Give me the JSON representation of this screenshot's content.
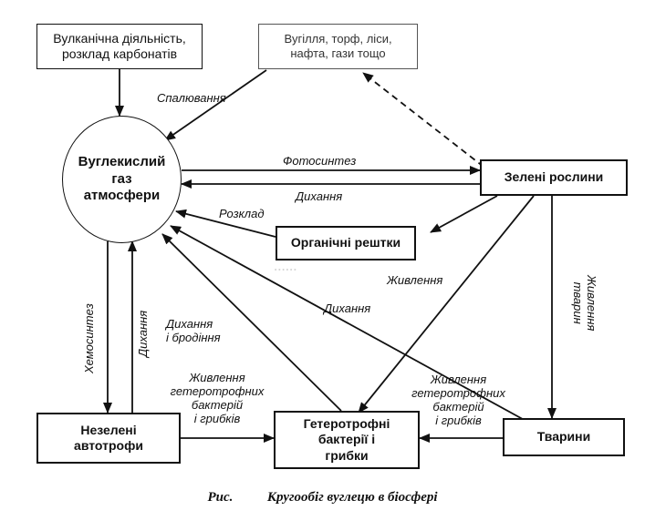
{
  "nodes": {
    "volcanic": "Вулканічна діяльність,\nрозклад карбонатів",
    "fossil": "Вугілля, торф, ліси,\nнафта, гази тощо",
    "co2": "Вуглекислий\nгаз\nатмосфери",
    "green_plants": "Зелені рослини",
    "organic_remains": "Органічні рештки",
    "non_green_autotrophs": "Незелені\nавтотрофи",
    "heterotrophs": "Гетеротрофні\nбактерії і\nгрибки",
    "animals": "Тварини"
  },
  "edges": {
    "combustion": "Спалювання",
    "photosynthesis": "Фотосинтез",
    "respiration_plants": "Дихання",
    "decomposition": "Розклад",
    "nutrition": "Живлення",
    "respiration_animals": "Дихання",
    "respiration_fermentation": "Дихання\nі бродіння",
    "chemosynthesis": "Хемосинтез",
    "respiration_autotrophs": "Дихання",
    "heterotrophic_nutrition_left": "Живлення\nгетеротрофних\nбактерій\nі грибків",
    "heterotrophic_nutrition_right": "Живлення\nгетеротрофних\nбактерій\nі грибків",
    "animal_nutrition": "Живлення\nтварин"
  },
  "caption": "Рис.          Кругообіг вуглецю в біосфері"
}
